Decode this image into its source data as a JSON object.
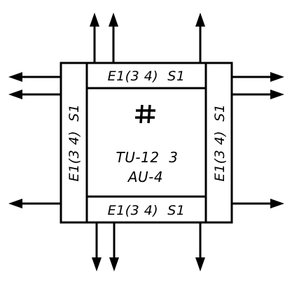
{
  "diagram": {
    "top_band_label": "E1(3 4)  S1",
    "bottom_band_label": "E1(3 4)  S1",
    "left_band_label": "E1(3 4)  S1",
    "right_band_label": "E1(3 4)  S1",
    "center_symbol": "#",
    "center_line1": "TU-12  3",
    "center_line2": "AU-4"
  },
  "colors": {
    "stroke": "#000000",
    "background": "#ffffff"
  }
}
